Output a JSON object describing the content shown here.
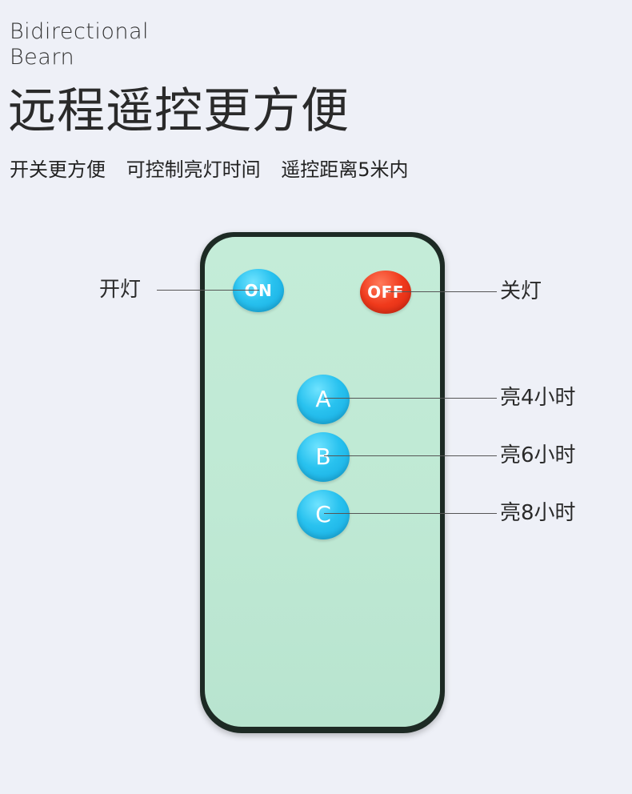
{
  "brand": {
    "line1": "Bidirectional",
    "line2": "Bearn"
  },
  "headline": "远程遥控更方便",
  "subtitle": {
    "part1": "开关更方便",
    "part2": "可控制亮灯时间",
    "part3": "遥控距离5米内"
  },
  "remote": {
    "on_label": "ON",
    "off_label": "OFF",
    "a_label": "A",
    "b_label": "B",
    "c_label": "C"
  },
  "callouts": {
    "on": "开灯",
    "off": "关灯",
    "a": "亮4小时",
    "b": "亮6小时",
    "c": "亮8小时"
  },
  "colors": {
    "background": "#eef0f7",
    "remote_face": "#c4ecd8",
    "remote_border": "#1d2a24",
    "blue_button": "#29c2ef",
    "red_button": "#f03a1c"
  }
}
